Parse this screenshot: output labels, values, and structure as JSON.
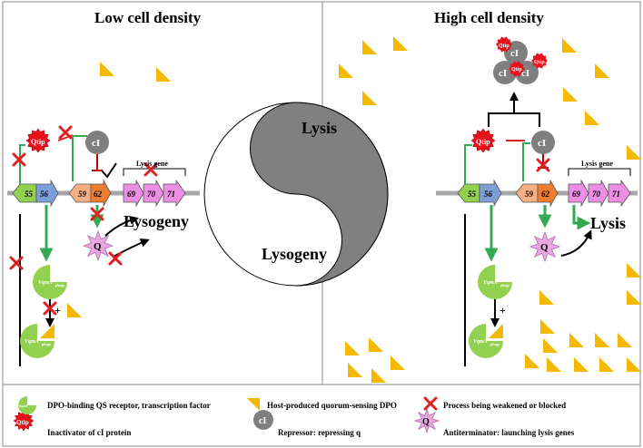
{
  "panels": {
    "left_title": "Low cell density",
    "right_title": "High cell density"
  },
  "yinyang": {
    "upper_label": "Lysis",
    "lower_label": "Lysogeny"
  },
  "genes": {
    "g55": "55",
    "g56": "56",
    "g59": "59",
    "g62": "62",
    "g69": "69",
    "g70": "70",
    "g71": "71"
  },
  "labels": {
    "lysis_gene": "Lysis gene",
    "lysogeny_outcome": "Lysogeny",
    "lysis_outcome": "Lysis",
    "qtip": "Qtip",
    "ci": "cI",
    "q": "Q",
    "vqma": "VqmA",
    "vqma_sub": "phage",
    "plus": "+"
  },
  "legend": {
    "receptor": "DPO-binding QS receptor, transcription factor",
    "dpo": "Host-produced quorum-sensing DPO",
    "blocked": "Process being weakened or blocked",
    "qtip": "Inactivator of cI protein",
    "repressor": "Repressor: repressing q",
    "antiterminator": "Antiterminator: launching lysis genes"
  },
  "colors": {
    "qtip_red": "#e8101a",
    "ci_gray": "#7f7f7f",
    "q_pink": "#e9a7df",
    "vqma_green": "#92d050",
    "dpo_yellow": "#f5b800",
    "gene55": "#92d050",
    "gene56": "#7b9fd6",
    "gene59": "#f4b084",
    "gene62": "#ed7d31",
    "gene_lysis": "#ec8fe4",
    "arrow_green": "#34a853",
    "cross_red": "#e02020",
    "lysis_fill": "#808080"
  }
}
